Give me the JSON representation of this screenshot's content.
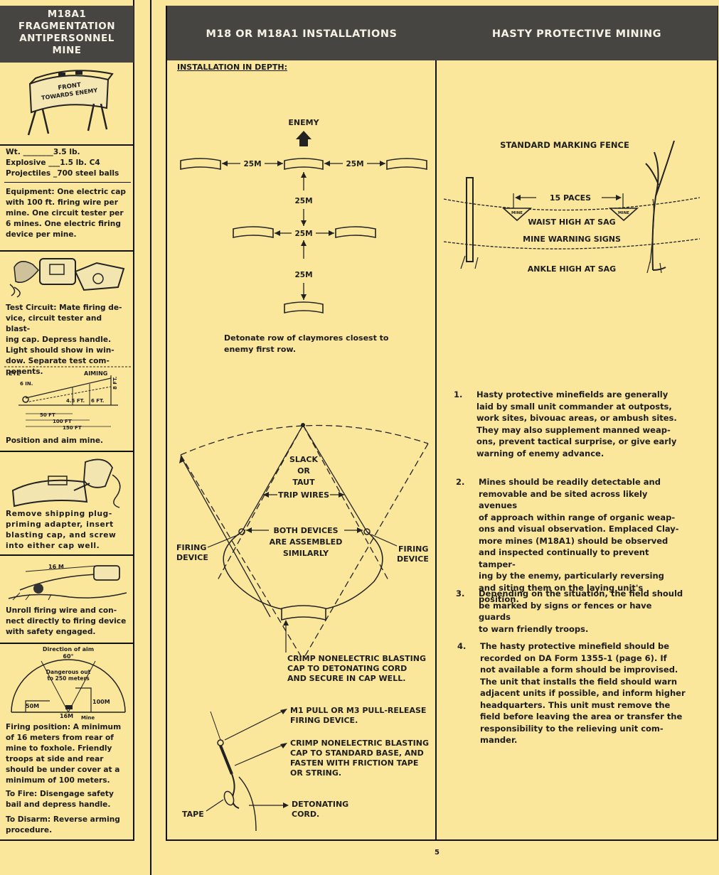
{
  "left_column": {
    "title_lines": [
      "M18A1",
      "FRAGMENTATION",
      "ANTIPERSONNEL",
      "MINE"
    ],
    "mine_label": [
      "FRONT",
      "TOWARDS ENEMY"
    ],
    "specs": [
      {
        "label": "Wt.",
        "value": "3.5 lb."
      },
      {
        "label": "Explosive",
        "value": "1.5 lb. C4"
      },
      {
        "label": "Projectiles",
        "value": "700 steel balls"
      }
    ],
    "equipment_lines": [
      "Equipment: One electric cap",
      "with 100 ft. firing wire per",
      "mine. One circuit tester per",
      "6 mines. One electric firing",
      "device per mine."
    ],
    "test_circuit_lines": [
      "Test Circuit: Mate firing de-",
      "vice, circuit tester and blast-",
      "ing cap. Depress handle.",
      "Light should show in win-",
      "dow. Separate test com-",
      "ponents."
    ],
    "aim_diagram": {
      "eye": "EYE",
      "aiming": "AIMING",
      "six_in": "6 IN.",
      "eight_ft": "8 FT.",
      "h45": "4.5 FT.",
      "h6": "6 FT.",
      "d50": "50 FT",
      "d100": "100 FT",
      "d150": "150 FT"
    },
    "aim_caption": "Position and aim mine.",
    "priming_lines": [
      "Remove shipping plug-",
      "priming adapter, insert",
      "blasting cap, and screw",
      "into either cap well."
    ],
    "wire_label": "16 M",
    "unroll_lines": [
      "Unroll firing wire and con-",
      "nect directly to firing device",
      "with safety engaged."
    ],
    "fan": {
      "direction": "Direction of aim",
      "angle": "60°",
      "danger": [
        "Dangerous out",
        "to 250 meters"
      ],
      "m100": "100M",
      "m50": "50M",
      "m16": "16M",
      "mine": "Mine"
    },
    "firing_position_lines": [
      "Firing position: A minimum",
      "of 16 meters from rear of",
      "mine to foxhole. Friendly",
      "troops at side and rear",
      "should be under cover at a",
      "minimum of 100 meters."
    ],
    "to_fire_lines": [
      "To Fire: Disengage safety",
      "bail and depress handle."
    ],
    "to_disarm_lines": [
      "To Disarm: Reverse arming",
      "procedure."
    ]
  },
  "middle_column": {
    "header": "M18 OR M18A1 INSTALLATIONS",
    "subheading": "INSTALLATION IN DEPTH:",
    "enemy": "ENEMY",
    "dist": "25M",
    "depth_caption": [
      "Detonate row of claymores closest to",
      "enemy first row."
    ],
    "trip": {
      "slack": [
        "SLACK",
        "OR",
        "TAUT"
      ],
      "trip_wires": "TRIP WIRES",
      "both": [
        "BOTH DEVICES",
        "ARE ASSEMBLED",
        "SIMILARLY"
      ],
      "firing_device": [
        "FIRING",
        "DEVICE"
      ],
      "crimp1": [
        "CRIMP NONELECTRIC BLASTING",
        "CAP TO DETONATING CORD",
        "AND SECURE IN CAP WELL."
      ]
    },
    "pull": {
      "m1": [
        "M1 PULL OR M3 PULL-RELEASE",
        "FIRING DEVICE."
      ],
      "crimp2": [
        "CRIMP NONELECTRIC BLASTING",
        "CAP TO STANDARD BASE, AND",
        "FASTEN WITH FRICTION TAPE",
        "OR STRING."
      ],
      "cord": [
        "DETONATING",
        "CORD."
      ],
      "tape": "TAPE"
    }
  },
  "right_column": {
    "header": "HASTY PROTECTIVE MINING",
    "fence": {
      "title": "STANDARD MARKING FENCE",
      "paces": "15 PACES",
      "sign": "MINE",
      "waist": "WAIST HIGH AT SAG",
      "warning": "MINE WARNING SIGNS",
      "ankle": "ANKLE HIGH AT SAG"
    },
    "paragraphs": [
      {
        "num": "1.",
        "lines": [
          "Hasty protective minefields are generally",
          "laid by small unit commander at outposts,",
          "work sites, bivouac areas, or ambush sites.",
          "They may also supplement manned weap-",
          "ons, prevent tactical surprise, or give early",
          "warning of enemy advance."
        ]
      },
      {
        "num": "2.",
        "lines": [
          "Mines should be readily detectable and",
          "removable and be sited across likely avenues",
          "of approach within range of organic weap-",
          "ons and visual observation. Emplaced Clay-",
          "more mines (M18A1) should be observed",
          "and inspected continually to prevent tamper-",
          "ing by the enemy, particularly reversing",
          "and siting them on the laying unit's position."
        ]
      },
      {
        "num": "3.",
        "lines": [
          "Depending on the situation, the field should",
          "be marked by signs or fences or have guards",
          "to warn friendly troops."
        ]
      },
      {
        "num": "4.",
        "lines": [
          "The hasty protective minefield should be",
          "recorded on DA Form 1355-1 (page 6). If",
          "not available a form should be improvised.",
          "The unit that installs the field should warn",
          "adjacent units if possible, and inform higher",
          "headquarters. This unit must remove the",
          "field before leaving the area or transfer the",
          "responsibility to the relieving unit com-",
          "mander."
        ]
      }
    ]
  },
  "page_number": "5"
}
